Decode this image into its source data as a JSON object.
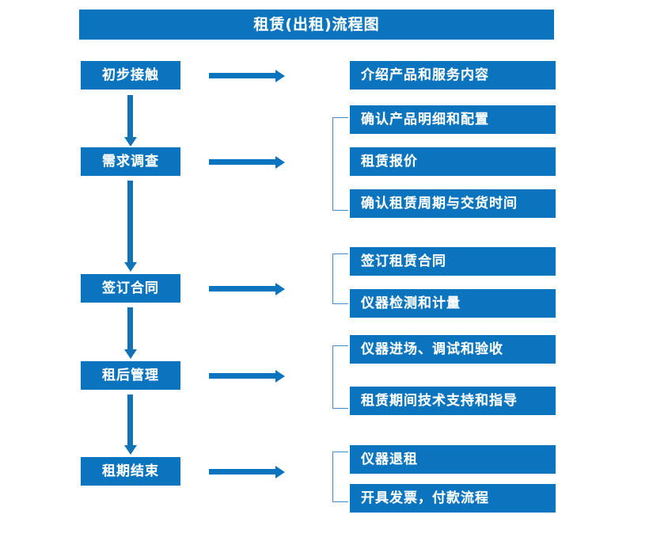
{
  "diagram": {
    "title": "租赁(出租)流程图",
    "accent_color": "#0B74BE",
    "bracket_color": "#4B87C6",
    "text_color": "#FFFFFF",
    "background_color": "#FFFFFF",
    "stages": [
      {
        "label": "初步接触"
      },
      {
        "label": "需求调查"
      },
      {
        "label": "签订合同"
      },
      {
        "label": "租后管理"
      },
      {
        "label": "租期结束"
      }
    ],
    "details": [
      {
        "label": "介绍产品和服务内容"
      },
      {
        "label": "确认产品明细和配置"
      },
      {
        "label": "租赁报价"
      },
      {
        "label": "确认租赁周期与交货时间"
      },
      {
        "label": "签订租赁合同"
      },
      {
        "label": "仪器检测和计量"
      },
      {
        "label": "仪器进场、调试和验收"
      },
      {
        "label": "租赁期间技术支持和指导"
      },
      {
        "label": "仪器退租"
      },
      {
        "label": "开具发票，付款流程"
      }
    ]
  }
}
